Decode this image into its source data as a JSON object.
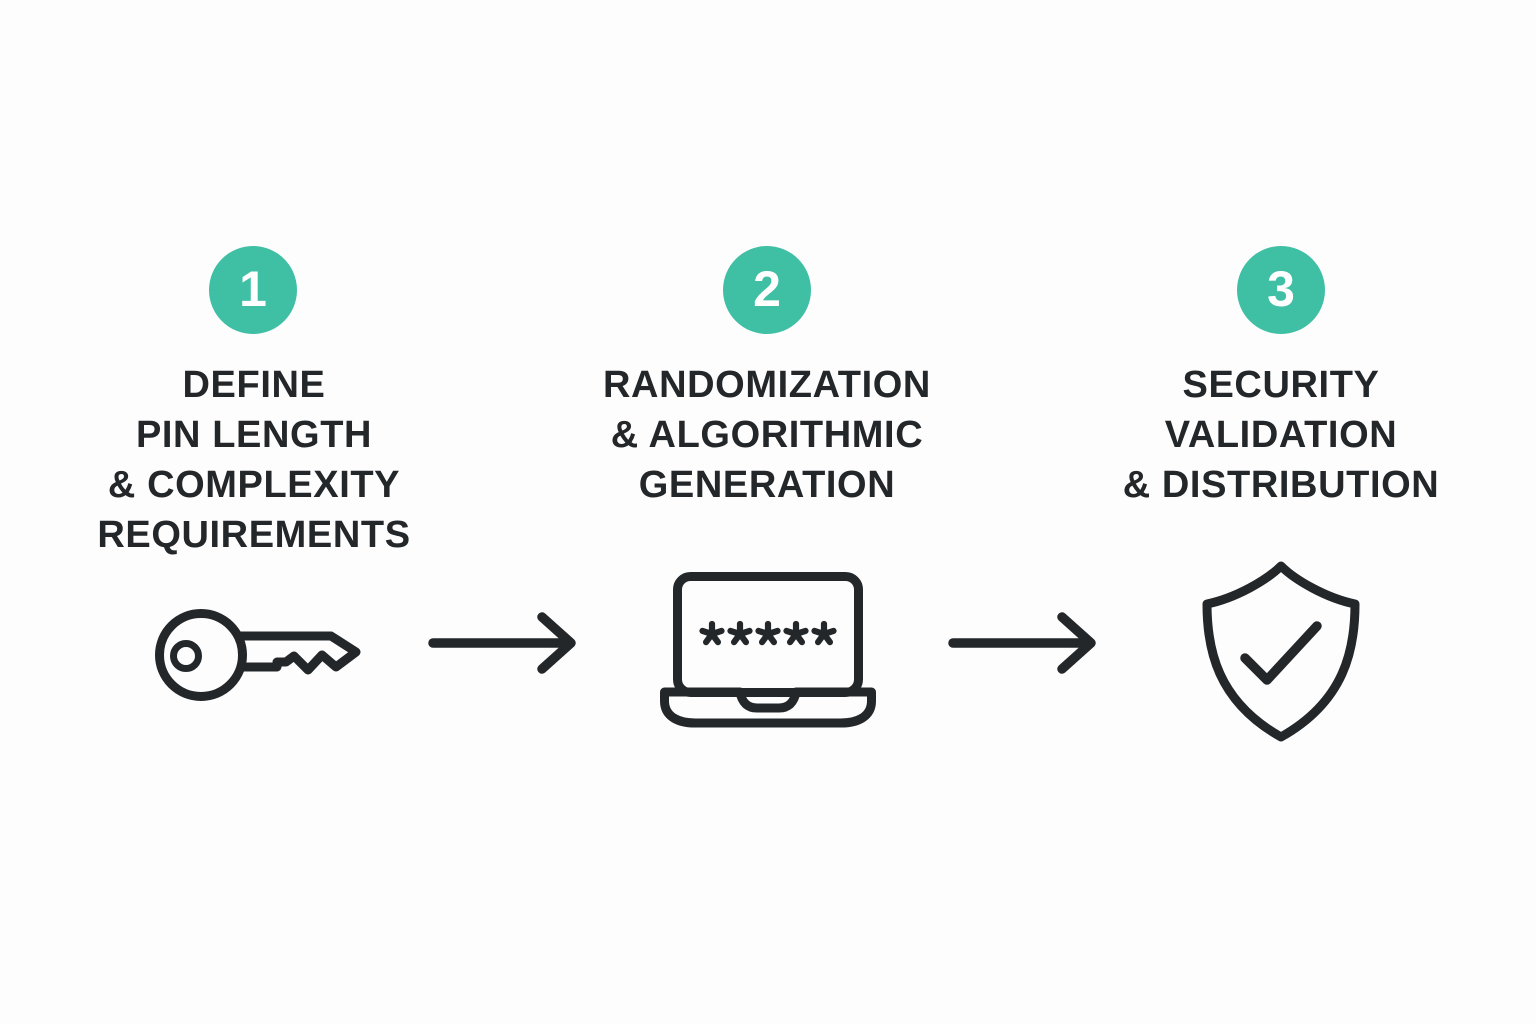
{
  "colors": {
    "accent": "#3fbfa4",
    "ink": "#23272a",
    "background": "#fdfdfd",
    "badge_number": "#ffffff"
  },
  "steps": [
    {
      "number": "1",
      "title_lines": [
        "DEFINE",
        "PIN LENGTH",
        "& COMPLEXITY",
        "REQUIREMENTS"
      ],
      "icon": "key-icon"
    },
    {
      "number": "2",
      "title_lines": [
        "RANDOMIZATION",
        "& ALGORITHMIC",
        "GENERATION"
      ],
      "icon": "laptop-password-icon"
    },
    {
      "number": "3",
      "title_lines": [
        "SECURITY",
        "VALIDATION",
        "& DISTRIBUTION"
      ],
      "icon": "shield-check-icon"
    }
  ],
  "connectors": [
    {
      "type": "arrow-right"
    },
    {
      "type": "arrow-right"
    }
  ]
}
